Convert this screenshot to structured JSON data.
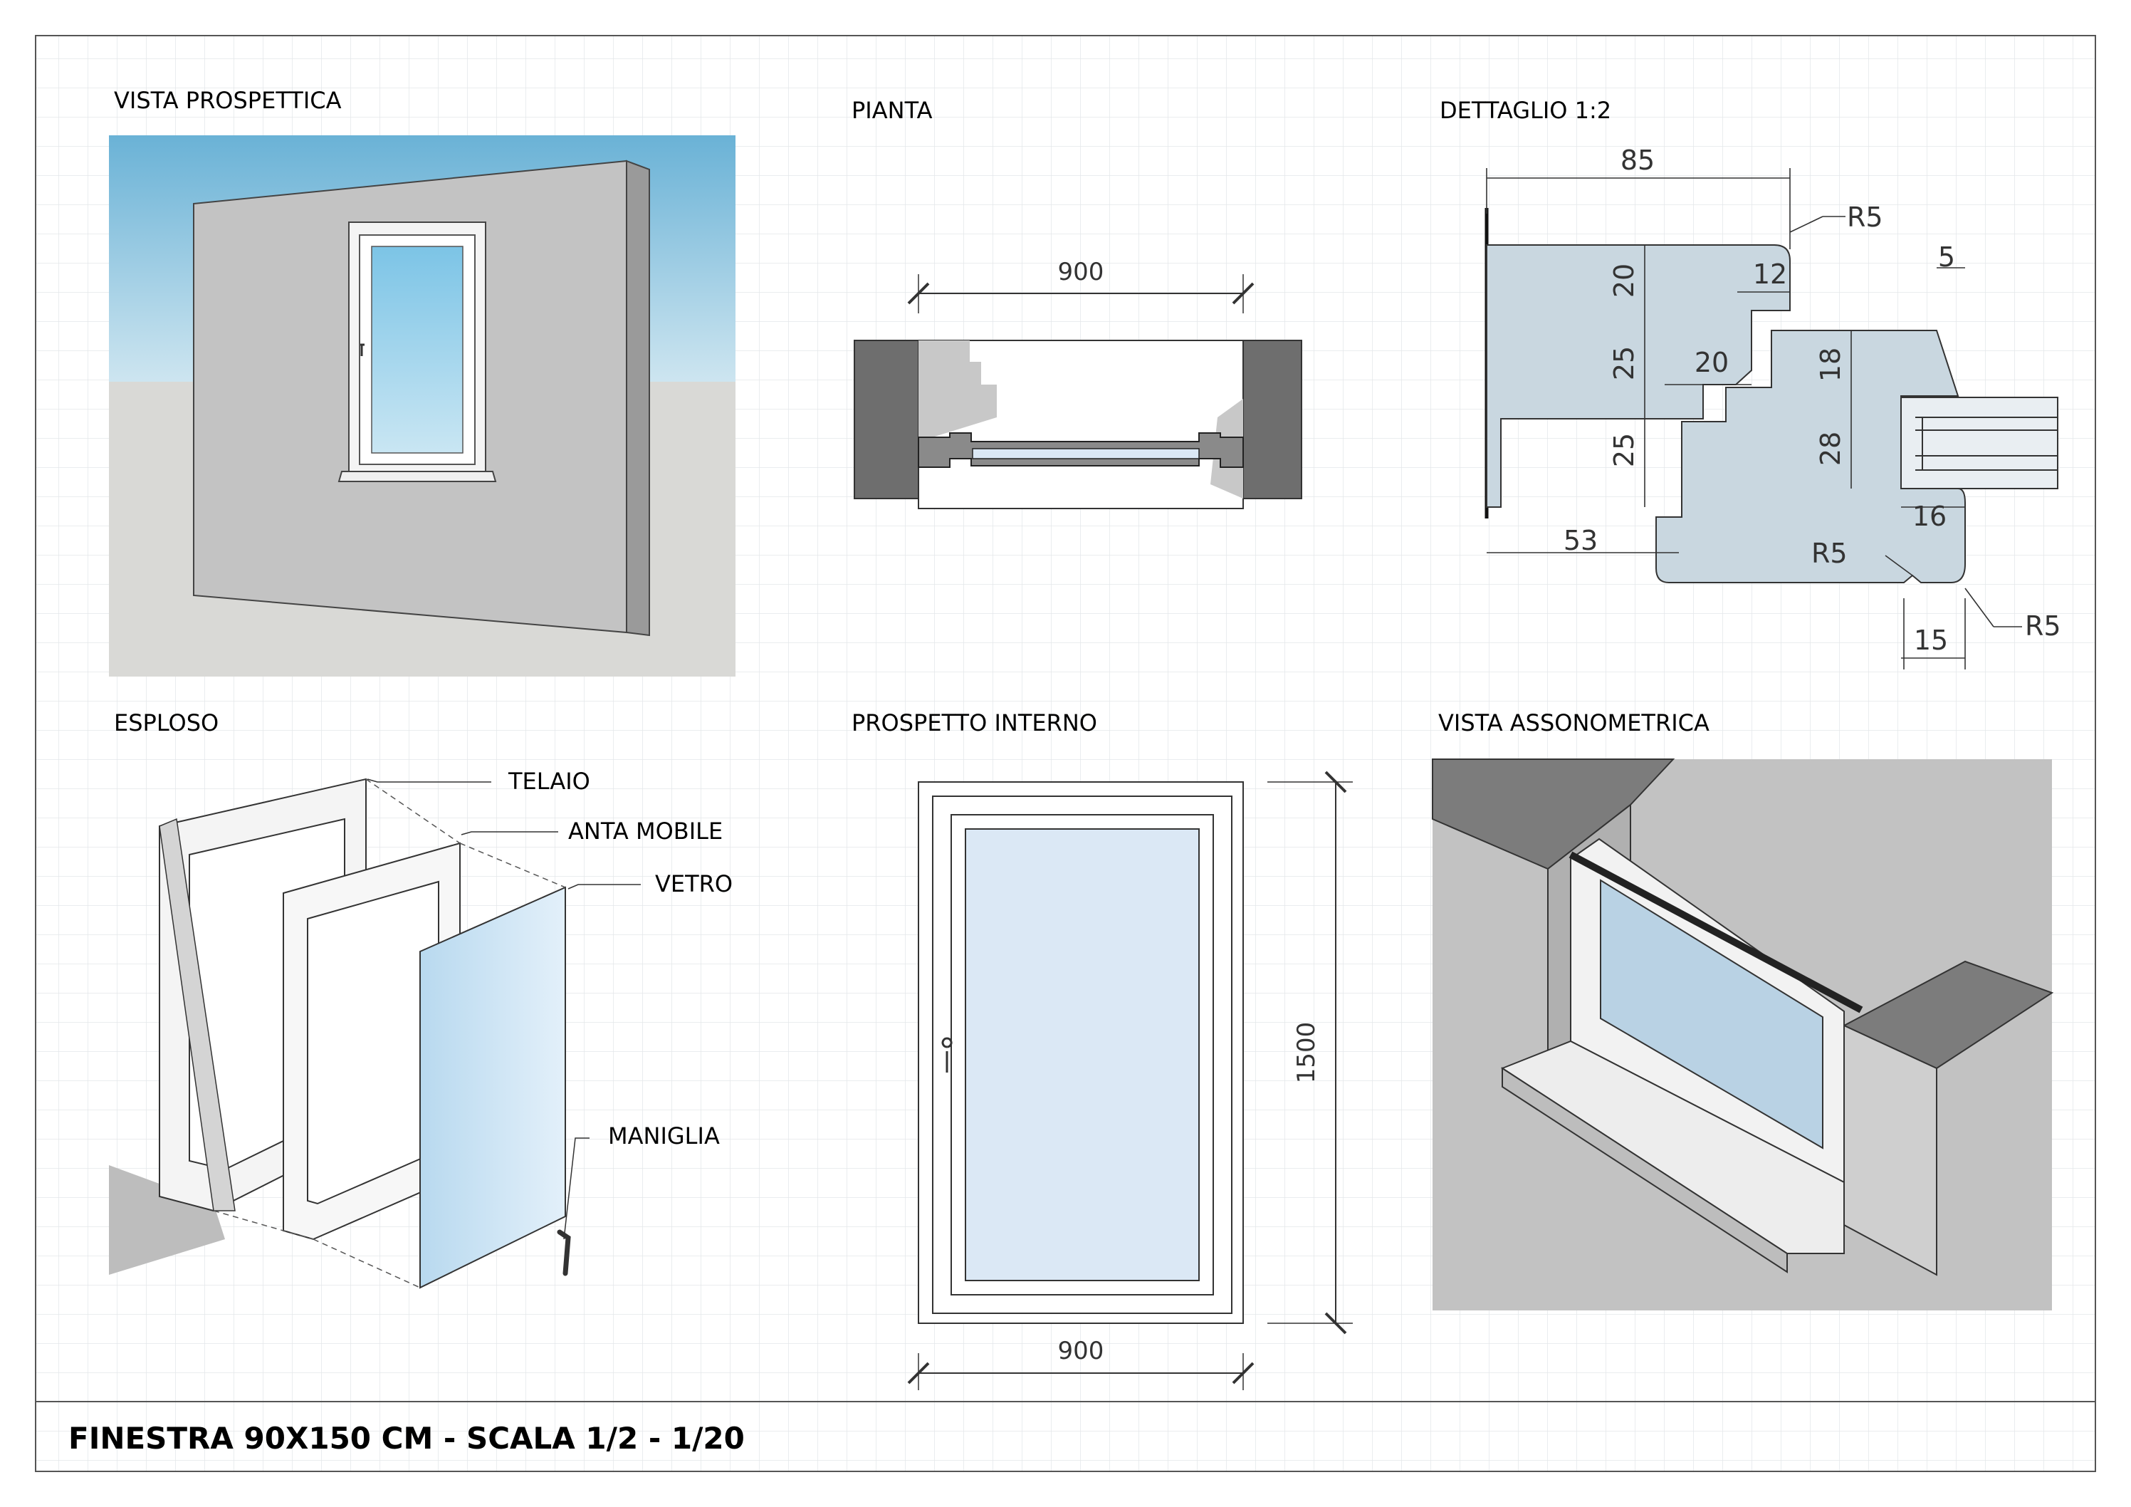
{
  "panels": {
    "perspective": "VISTA PROSPETTICA",
    "plan": "PIANTA",
    "detail": "DETTAGLIO 1:2",
    "exploded": "ESPLOSO",
    "interior": "PROSPETTO INTERNO",
    "axonometric": "VISTA ASSONOMETRICA"
  },
  "plan_dims": {
    "width": "900"
  },
  "detail_dims": {
    "d85": "85",
    "r5_top": "R5",
    "d5": "5",
    "d12": "12",
    "d20a": "20",
    "d25a": "25",
    "d20b": "20",
    "d18": "18",
    "d25b": "25",
    "d28": "28",
    "d16": "16",
    "d53": "53",
    "r5_mid": "R5",
    "d15": "15",
    "r5_bot": "R5"
  },
  "exploded_labels": {
    "frame": "TELAIO",
    "sash": "ANTA MOBILE",
    "glass": "VETRO",
    "handle": "MANIGLIA"
  },
  "interior_dims": {
    "width": "900",
    "height": "1500"
  },
  "title_block": "FINESTRA 90X150 CM - SCALA 1/2 - 1/20",
  "colors": {
    "grid": "#e4e7ea",
    "frame_line": "#555555",
    "profile_fill": "#c9d7e0",
    "glass": "#dbe8f5",
    "sky_top": "#6ab2d6",
    "ground": "#d9d9d6",
    "wall": "#c2c2c2",
    "shadow": "#c8c8c8",
    "cut": "#6e6e6e"
  }
}
